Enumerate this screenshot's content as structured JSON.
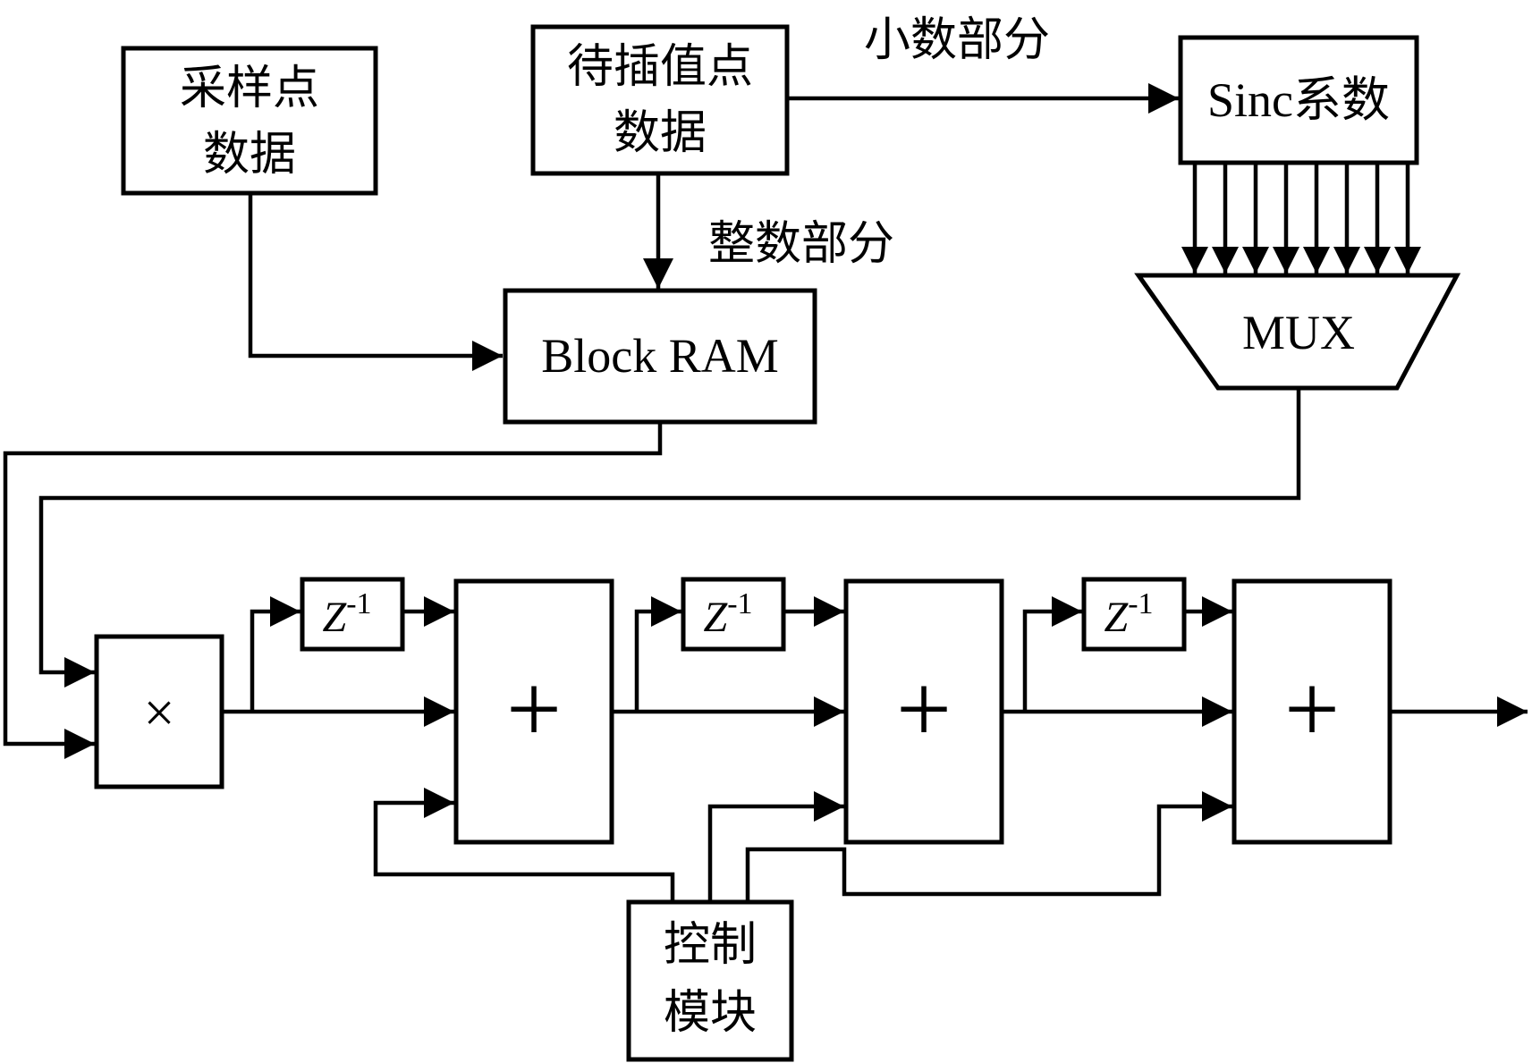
{
  "blocks": {
    "sample_data": {
      "line1": "采样点",
      "line2": "数据"
    },
    "interp_data": {
      "line1": "待插值点",
      "line2": "数据"
    },
    "sinc": {
      "label": "Sinc系数"
    },
    "mux": {
      "label": "MUX"
    },
    "block_ram": {
      "label": "Block RAM"
    },
    "multiplier": {
      "symbol": "×"
    },
    "delays": [
      {
        "base": "Z",
        "exp": "-1"
      },
      {
        "base": "Z",
        "exp": "-1"
      },
      {
        "base": "Z",
        "exp": "-1"
      }
    ],
    "adders": [
      {
        "symbol": "+"
      },
      {
        "symbol": "+"
      },
      {
        "symbol": "+"
      }
    ],
    "control": {
      "line1": "控制",
      "line2": "模块"
    }
  },
  "labels": {
    "fraction": "小数部分",
    "integer": "整数部分"
  }
}
